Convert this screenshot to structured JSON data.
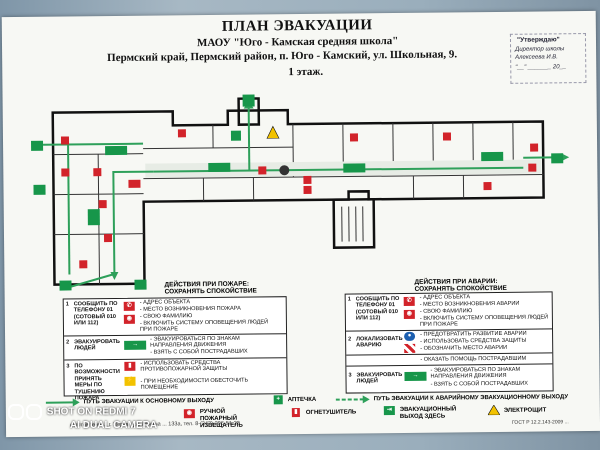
{
  "header": {
    "title": "ПЛАН ЭВАКУАЦИИ",
    "school": "МАОУ \"Юго - Камская средняя школа\"",
    "address": "Пермский край, Пермский район, п. Юго - Камский, ул. Школьная, 9.",
    "floor": "1 этаж."
  },
  "stamp": {
    "title": "\"Утверждаю\"",
    "line1": "Директор школы",
    "line2": "Алексеева И.В.",
    "line3": "\"__\" _______ 20__"
  },
  "fire_table": {
    "heading1": "ДЕЙСТВИЯ ПРИ ПОЖАРЕ:",
    "heading2": "СОХРАНЯТЬ СПОКОЙСТВИЕ",
    "rows": [
      {
        "num": "1",
        "label": "СООБЩИТЬ ПО ТЕЛЕФОНУ 01 (СОТОВЫЙ 010 ИЛИ 112)",
        "items": [
          "- АДРЕС ОБЪЕКТА",
          "- МЕСТО ВОЗНИКНОВЕНИЯ ПОЖАРА",
          "- СВОЮ ФАМИЛИЮ",
          "- ВКЛЮЧИТЬ СИСТЕМУ ОПОВЕЩЕНИЯ ЛЮДЕЙ ПРИ ПОЖАРЕ"
        ]
      },
      {
        "num": "2",
        "label": "ЭВАКУИРОВАТЬ ЛЮДЕЙ",
        "items": [
          "- ЭВАКУИРОВАТЬСЯ ПО ЗНАКАМ НАПРАВЛЕНИЯ ДВИЖЕНИЯ",
          "- ВЗЯТЬ С СОБОЙ ПОСТРАДАВШИХ"
        ]
      },
      {
        "num": "3",
        "label": "ПО ВОЗМОЖНОСТИ ПРИНЯТЬ МЕРЫ ПО ТУШЕНИЮ ПОЖАРА",
        "items": [
          "- ИСПОЛЬЗОВАТЬ СРЕДСТВА ПРОТИВОПОЖАРНОЙ ЗАЩИТЫ",
          "- ПРИ НЕОБХОДИМОСТИ ОБЕСТОЧИТЬ ПОМЕЩЕНИЕ"
        ]
      }
    ]
  },
  "accident_table": {
    "heading1": "ДЕЙСТВИЯ ПРИ АВАРИИ:",
    "heading2": "СОХРАНЯТЬ СПОКОЙСТВИЕ",
    "rows": [
      {
        "num": "1",
        "label": "СООБЩИТЬ ПО ТЕЛЕФОНУ 01 (СОТОВЫЙ 010 ИЛИ 112)",
        "items": [
          "- АДРЕС ОБЪЕКТА",
          "- МЕСТО ВОЗНИКНОВЕНИЯ АВАРИИ",
          "- СВОЮ ФАМИЛИЮ",
          "- ВКЛЮЧИТЬ СИСТЕМУ ОПОВЕЩЕНИЯ ЛЮДЕЙ ПРИ ПОЖАРЕ"
        ]
      },
      {
        "num": "2",
        "label": "ЛОКАЛИЗОВАТЬ АВАРИЮ",
        "items": [
          "- ПРЕДОТВРАТИТЬ РАЗВИТИЕ АВАРИИ",
          "- ИСПОЛЬЗОВАТЬ СРЕДСТВА ЗАЩИТЫ",
          "- ОБОЗНАЧИТЬ МЕСТО АВАРИИ"
        ]
      },
      {
        "num": "",
        "label": "",
        "items": [
          "- ОКАЗАТЬ ПОМОЩЬ ПОСТРАДАВШИМ"
        ]
      },
      {
        "num": "3",
        "label": "ЭВАКУИРОВАТЬ ЛЮДЕЙ",
        "items": [
          "- ЭВАКУИРОВАТЬСЯ ПО ЗНАКАМ НАПРАВЛЕНИЯ ДВИЖЕНИЯ",
          "- ВЗЯТЬ С СОБОЙ ПОСТРАДАВШИХ"
        ]
      }
    ]
  },
  "legend": {
    "path_main": "ПУТЬ ЭВАКУАЦИИ К ОСНОВНОМУ ВЫХОДУ",
    "first_aid": "АПТЕЧКА",
    "path_emergency": "ПУТЬ ЭВАКУАЦИИ К АВАРИЙНОМУ ЭВАКУАЦИОННОМУ ВЫХОДУ",
    "fire_alarm": "РУЧНОЙ ПОЖАРНЫЙ ИЗВЕЩАТЕЛЬ",
    "extinguisher": "ОГНЕТУШИТЕЛЬ",
    "exit_here": "ЭВАКУАЦИОННЫЙ ВЫХОД ЗДЕСЬ",
    "electric": "ЭЛЕКТРОЩИТ",
    "footer": "изготовлено ... г. Пермь, ул. Ленина ... 133а, тел. 8-(342)-296-51-23",
    "gost": "ГОСТ Р 12.2.143-2009 ..."
  },
  "watermark": {
    "line1": "SHOT ON REDMI 7",
    "line2": "AI DUAL CAMERA"
  },
  "colors": {
    "red": "#d2232a",
    "green": "#17964a",
    "yellow": "#f2c200",
    "wall": "#111111"
  }
}
